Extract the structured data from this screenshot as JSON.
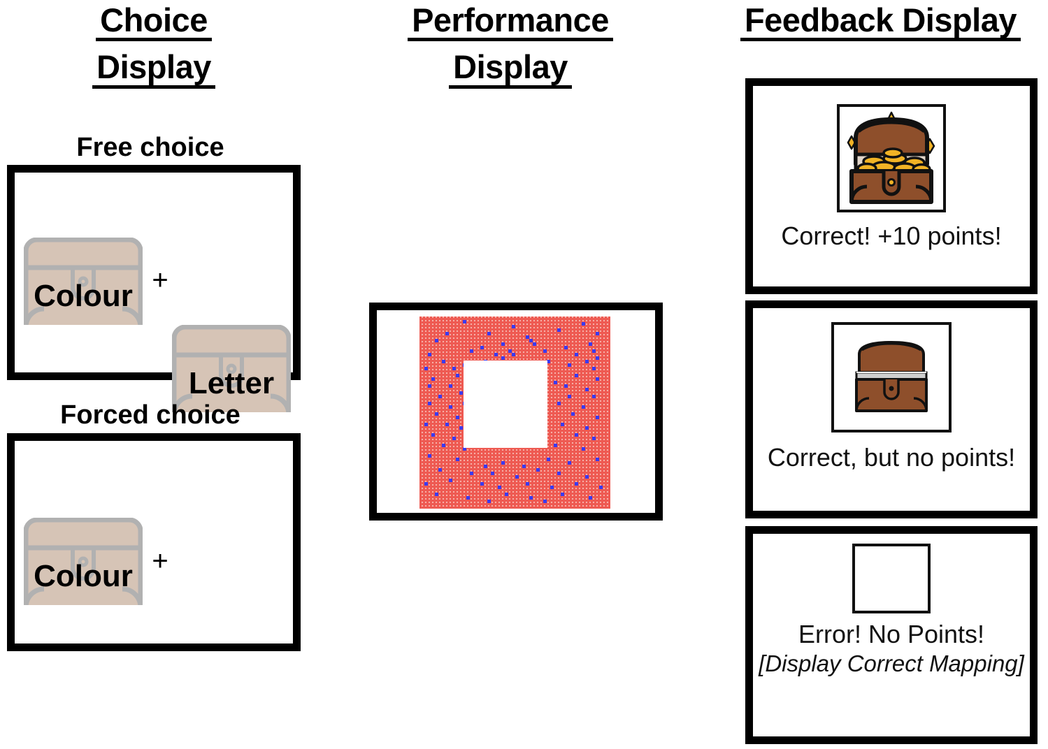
{
  "columns": {
    "choice": {
      "line1": "Choice",
      "line2": "Display"
    },
    "performance": {
      "line1": "Performance",
      "line2": "Display"
    },
    "feedback": {
      "line1": "Feedback Display"
    }
  },
  "choice_display": {
    "free": {
      "heading": "Free choice",
      "chests": [
        {
          "label": "Colour",
          "icon": "treasure-chest-closed-icon"
        },
        {
          "label": "Letter",
          "icon": "treasure-chest-closed-icon"
        }
      ],
      "separator": "+"
    },
    "forced": {
      "heading": "Forced choice",
      "chests": [
        {
          "label": "Colour",
          "icon": "treasure-chest-closed-icon"
        }
      ],
      "separator": "+"
    }
  },
  "performance_display": {
    "stimulus": "red-blue-dot-grid-square-with-white-centre",
    "colors": {
      "dot_red": "#ee5a52",
      "dot_blue": "#3a3af0",
      "grid_bg": "#f6b0a8",
      "hole": "#ffffff"
    }
  },
  "feedback_display": {
    "panels": [
      {
        "icon": "treasure-chest-open-full-of-gold-icon",
        "text": "Correct! +10 points!",
        "text_italic": ""
      },
      {
        "icon": "treasure-chest-open-empty-icon",
        "text": "Correct, but no points!",
        "text_italic": ""
      },
      {
        "icon": "empty-square-icon",
        "text": "Error! No Points!",
        "text_italic": "[Display Correct Mapping]"
      }
    ]
  },
  "colors": {
    "chest_beige_body": "#d6c4b6",
    "chest_beige_outline": "#b1b1b1",
    "chest_brown": "#8e4f2b",
    "chest_brown_dark": "#7b4224",
    "gold": "#f2b325",
    "gold_dark": "#d18f12",
    "outline_black": "#111111",
    "chest_interior": "#d9d9d9",
    "frame_black": "#000000"
  }
}
